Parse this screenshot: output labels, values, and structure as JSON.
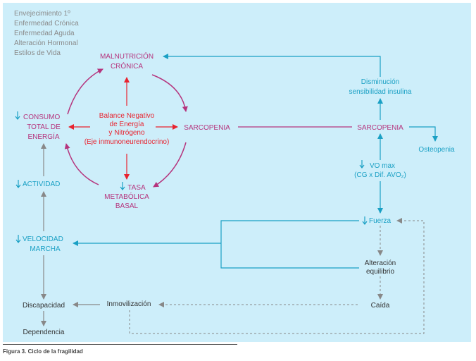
{
  "colors": {
    "panel": "#cdeefa",
    "magenta": "#b5347d",
    "red": "#e8232f",
    "blue": "#1aa0c4",
    "dark": "#333333",
    "gray": "#888888",
    "factors": "#8a8a8a"
  },
  "factors": [
    "Envejecimiento 1º",
    "Enfermedad Crónica",
    "Enfermedad Aguda",
    "Alteración Hormonal",
    "Estilos de Vida"
  ],
  "nodes": {
    "malnutricion": [
      "MALNUTRICIÓN",
      "CRÓNICA"
    ],
    "balance": [
      "Balance Negativo",
      "de Energía",
      "y Nitrógeno",
      "(Eje inmunoneurendocrino)"
    ],
    "consumo": [
      "CONSUMO",
      "TOTAL DE",
      "ENERGÍA"
    ],
    "sarcopenia_left": "SARCOPENIA",
    "tasa": [
      "TASA",
      "METABÓLICA",
      "BASAL"
    ],
    "actividad": "ACTIVIDAD",
    "velocidad": [
      "VELOCIDAD",
      "MARCHA"
    ],
    "discapacidad": "Discapacidad",
    "dependencia": "Dependencia",
    "inmovilizacion": "Inmovilización",
    "disminucion": [
      "Disminución",
      "sensibilidad insulina"
    ],
    "sarcopenia_right": "SARCOPENIA",
    "osteopenia": "Osteopenia",
    "vo_max": [
      "VO max",
      "(CG x Dif. AVO₂)"
    ],
    "fuerza": "Fuerza",
    "alteracion": [
      "Alteración",
      "equilibrio"
    ],
    "caida": "Caída"
  },
  "caption": "Figura 3. Ciclo de la fragilidad"
}
